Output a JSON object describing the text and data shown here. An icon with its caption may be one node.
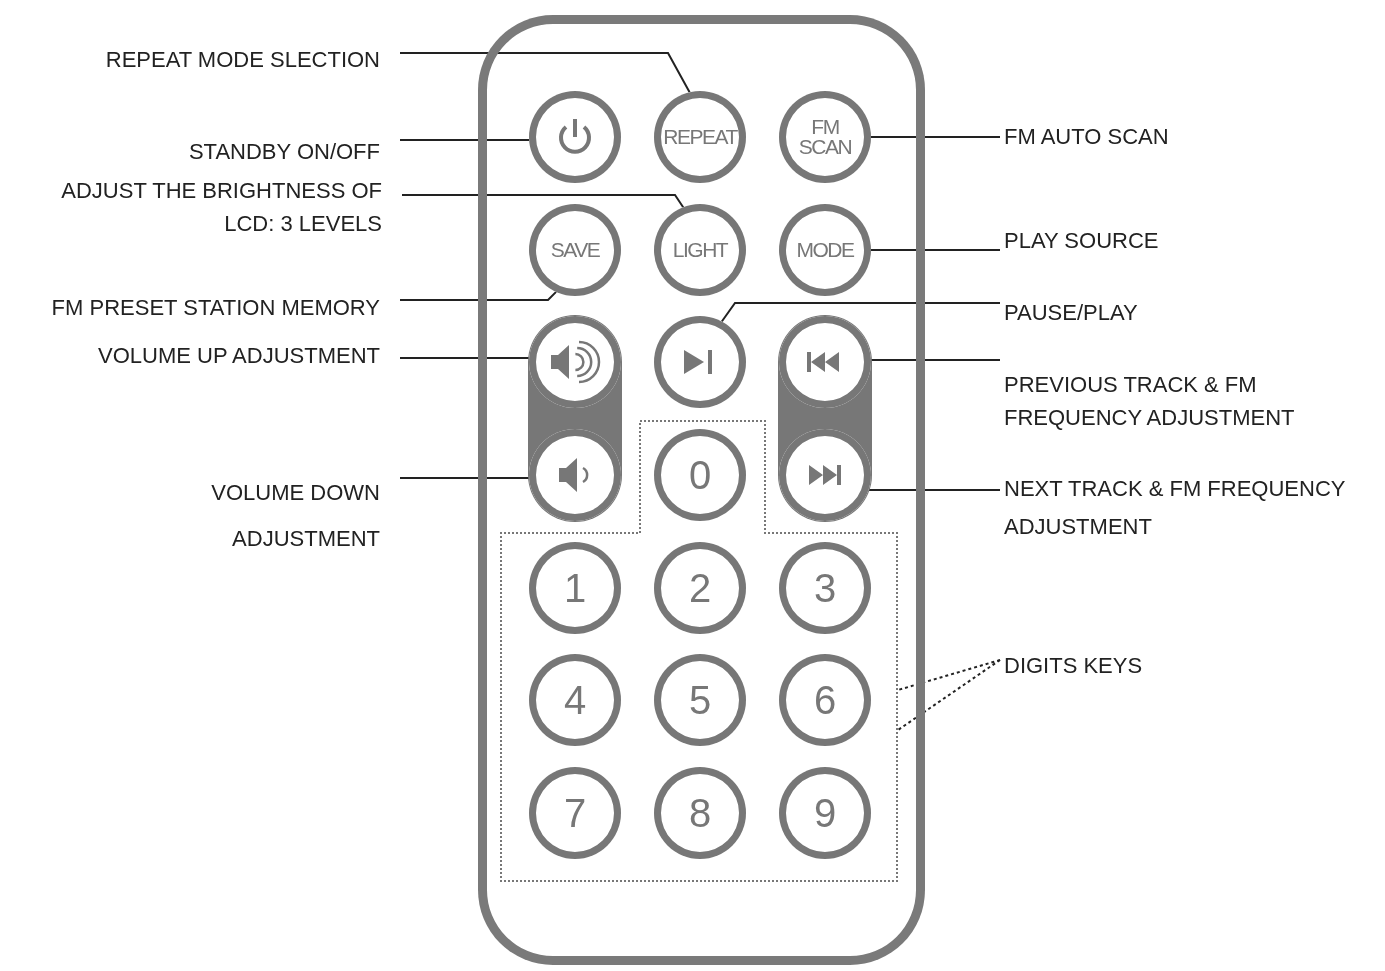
{
  "diagram": {
    "nodes": [
      {
        "text": [],
        "shape": "box"
      },
      {
        "text": [],
        "shape": "circle",
        "in": 0
      },
      {
        "text": [
          "REPEAT"
        ],
        "in": 0
      },
      {
        "text": [
          "FM SCAN"
        ],
        "in": 0
      },
      {
        "text": [
          "SAVE"
        ],
        "in": 0
      },
      {
        "text": [
          "LIGHT"
        ],
        "in": 0
      },
      {
        "text": [
          "MODE"
        ],
        "in": 0
      },
      {
        "text": [],
        "shape": "circle",
        "in": 0
      },
      {
        "text": [],
        "shape": "circle",
        "in": 0
      },
      {
        "text": [],
        "shape": "circle",
        "in": 0
      },
      {
        "text": [],
        "shape": "circle",
        "in": 0
      },
      {
        "text": [],
        "shape": "circle",
        "in": 0
      },
      {
        "text": [],
        "shape": "box",
        "in": 0
      },
      {
        "text": [
          "0"
        ],
        "in": 12
      },
      {
        "text": [
          "1"
        ],
        "in": 12
      },
      {
        "text": [
          "2"
        ],
        "in": 12
      },
      {
        "text": [
          "3"
        ],
        "in": 12
      },
      {
        "text": [
          "4"
        ],
        "in": 12
      },
      {
        "text": [
          "5"
        ],
        "in": 12
      },
      {
        "text": [
          "6"
        ],
        "in": 12
      },
      {
        "text": [
          "7"
        ],
        "in": 12
      },
      {
        "text": [
          "8"
        ],
        "in": 12
      },
      {
        "text": [
          "9"
        ],
        "in": 12
      },
      {
        "text": [
          "REPEAT MODE SLECTION"
        ]
      },
      {
        "text": [
          "STANDBY ON/OFF"
        ]
      },
      {
        "text": [
          "FM AUTO SCAN"
        ]
      },
      {
        "text": [
          "ADJUST THE BRIGHTNESS OF LCD: 3 LEVELS"
        ]
      },
      {
        "text": [
          "PLAY SOURCE"
        ]
      },
      {
        "text": [
          "FM PRESET STATION MEMORY"
        ]
      },
      {
        "text": [
          "PAUSE/PLAY"
        ]
      },
      {
        "text": [
          "VOLUME UP ADJUSTMENT"
        ]
      },
      {
        "text": [
          "PREVIOUS TRACK & FM FREQUENCY ADJUSTMENT"
        ]
      },
      {
        "text": [
          "VOLUME DOWN ADJUSTMENT"
        ]
      },
      {
        "text": [
          "NEXT TRACK & FM FREQUENCY ADJUSTMENT"
        ]
      },
      {
        "text": [
          "DIGITS KEYS"
        ]
      }
    ],
    "edges": [
      {
        "from": 23,
        "to": 2,
        "arrow": "none"
      },
      {
        "from": 24,
        "to": 1,
        "arrow": "none"
      },
      {
        "from": 25,
        "to": 3,
        "arrow": "none"
      },
      {
        "from": 26,
        "to": 5,
        "arrow": "none"
      },
      {
        "from": 27,
        "to": 6,
        "arrow": "none"
      },
      {
        "from": 28,
        "to": 4,
        "arrow": "none"
      },
      {
        "from": 29,
        "to": 8,
        "arrow": "none"
      },
      {
        "from": 30,
        "to": 7,
        "arrow": "none"
      },
      {
        "from": 31,
        "to": 9,
        "arrow": "none"
      },
      {
        "from": 32,
        "to": 10,
        "arrow": "none"
      },
      {
        "from": 33,
        "to": 11,
        "arrow": "none"
      },
      {
        "from": 34,
        "to": 12,
        "arrow": "none",
        "style": "dashed"
      },
      {
        "from": 34,
        "to": 12,
        "arrow": "none",
        "style": "dashed"
      }
    ]
  }
}
